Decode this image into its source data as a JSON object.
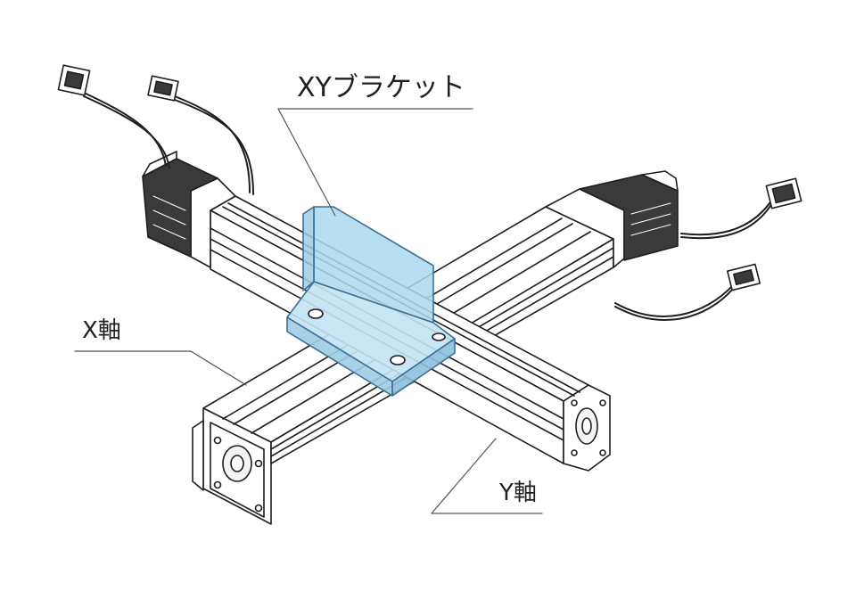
{
  "labels": {
    "bracket": "XYブラケット",
    "x_axis": "X軸",
    "y_axis": "Y軸"
  },
  "colors": {
    "line": "#1e1e1e",
    "leader": "#555555",
    "body_fill": "#ffffff",
    "motor_fill": "#3a3a3a",
    "bracket_fill": "#aed8ef",
    "bracket_stroke": "#3b6f93"
  }
}
